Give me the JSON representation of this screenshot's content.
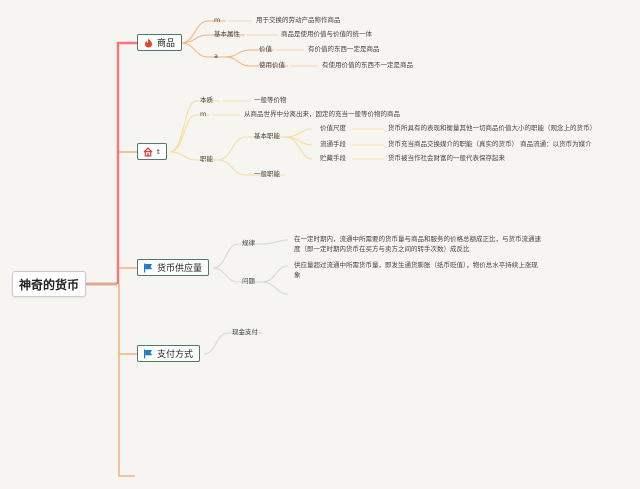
{
  "root": {
    "label": "神奇的货币"
  },
  "topics": {
    "commodity": {
      "label": "商品",
      "icon": "fire-icon",
      "items": {
        "m": "m",
        "m_desc": "用于交换的劳动产品称作商品",
        "basic": "基本属性",
        "basic_desc": "商品是使用价值与价值的统一体",
        "a": "a",
        "value": "价值",
        "value_desc": "有价值的东西一定是商品",
        "use_value": "使用价值",
        "use_value_desc": "有使用价值的东西不一定是商品"
      }
    },
    "topic2": {
      "label": "t",
      "icon": "home-icon",
      "items": {
        "essence": "本质",
        "essence_desc": "一般等价物",
        "m": "m",
        "m_desc": "从商品世界中分离出来，固定的充当一般等价物的商品",
        "function": "职能",
        "basic_function": "基本职能",
        "measure": "价值尺度",
        "measure_desc": "货币所具有的表现和衡量其他一切商品价值大小的职能（观念上的货币）",
        "circulation": "流通手段",
        "circulation_desc": "货币充当商品交换媒介的职能（真实的货币）  商品流通：以货币为媒介",
        "storage": "贮藏手段",
        "storage_desc": "货币被当作社会财富的一般代表保存起来",
        "general_function": "一般职能"
      }
    },
    "supply": {
      "label": "货币供应量",
      "icon": "flag-icon",
      "items": {
        "rule": "规律",
        "rule_desc": "在一定时期内，流通中所需要的货币量与商品和服务的价格总额成正比，与货币流通速度（即一定时期内货币在买方与卖方之间的转手次数）成反比",
        "problem": "问题",
        "problem_desc": "供应量超过流通中所需货币量，即发生通货膨胀（纸币贬值），物价总水平持续上涨现象"
      }
    },
    "payment": {
      "label": "支付方式",
      "icon": "flag-icon",
      "items": {
        "cash": "现金支付"
      }
    }
  },
  "colors": {
    "branch_red": "#f0787a",
    "branch_orange": "#f2b27a",
    "branch_yellow": "#f3dc9a",
    "leaf_line": "#e8c896",
    "root_link": "#e2a990",
    "topic_border": "#4f7a6a",
    "flag_blue": "#1e7bc8",
    "fire_red": "#e8452f",
    "home_red": "#d9443a"
  }
}
